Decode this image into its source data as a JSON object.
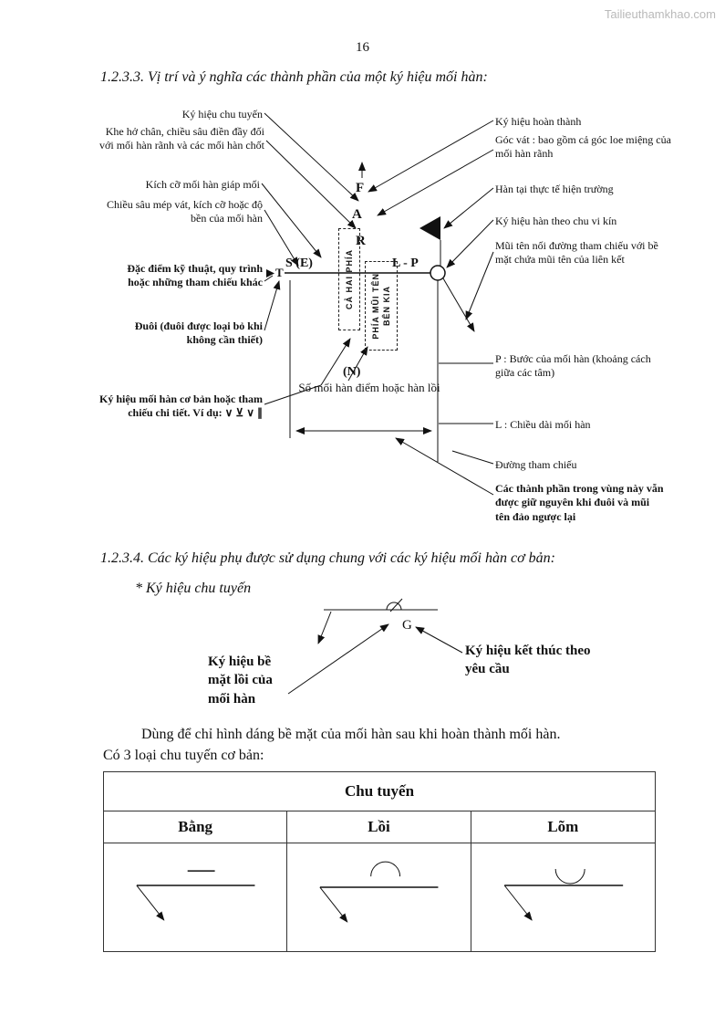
{
  "watermark": "Tailieuthamkhao.com",
  "page_number": "16",
  "section1": {
    "heading": "1.2.3.3. Vị trí và ý nghĩa các thành phần của một ký hiệu mối hàn:"
  },
  "diagram1": {
    "left_labels": [
      "Ký hiệu chu tuyến",
      "Khe hở chân, chiều sâu điền đầy đối với mối hàn rãnh và các mối hàn chốt",
      "Kích cỡ mối hàn giáp mối",
      "Chiều sâu mép vát, kích cỡ hoặc độ bền của mối hàn",
      "Đặc điểm kỹ thuật, quy trình hoặc những tham chiếu khác",
      "Đuôi (đuôi được loại bỏ khi không cần thiết)",
      "Ký hiệu mối hàn cơ bản hoặc tham chiếu chi tiết. Ví dụ: ∨ ⊻ ∨ ∥"
    ],
    "right_labels": [
      "Ký hiệu hoàn thành",
      "Góc vát : bao gồm cả góc loe miệng của mối hàn rãnh",
      "Hàn tại thực tế hiện trường",
      "Ký hiệu hàn theo chu vi kín",
      "Mũi tên nối đường tham chiếu với bề mặt chứa mũi tên của liên kết",
      "P : Bước của mối hàn (khoảng cách giữa các tâm)",
      "L : Chiều dài mối hàn",
      "Đường tham chiếu",
      "Các thành phần trong vùng này vẫn được giữ nguyên khi đuôi và mũi tên đảo ngược lại"
    ],
    "center": {
      "finish": "F",
      "angle": "A",
      "root": "R",
      "tail": "T",
      "size": "S (E)",
      "length_pitch": "L - P",
      "n": "(N)",
      "both_sides": "CẢ HAI PHÍA",
      "arrow_side": "PHÍA MŨI TÊN",
      "other_side": "BÊN KIA",
      "spot_note": "Số mối hàn điểm hoặc hàn lồi"
    }
  },
  "section2": {
    "heading": "1.2.3.4. Các ký hiệu phụ được sử dụng chung với các ký hiệu mối hàn cơ bản:",
    "subheading": "* Ký hiệu chu tuyến",
    "g_label": "G",
    "label_left": "Ký hiệu bề mặt lồi của mối hàn",
    "label_right": "Ký hiệu kết thúc theo yêu cầu",
    "para1": "Dùng để chỉ hình dáng bề mặt của mối hàn sau khi hoàn thành mối hàn.",
    "para2": "Có 3 loại chu tuyến cơ bản:"
  },
  "contour_table": {
    "header": "Chu tuyến",
    "columns": [
      "Bằng",
      "Lồi",
      "Lõm"
    ]
  }
}
